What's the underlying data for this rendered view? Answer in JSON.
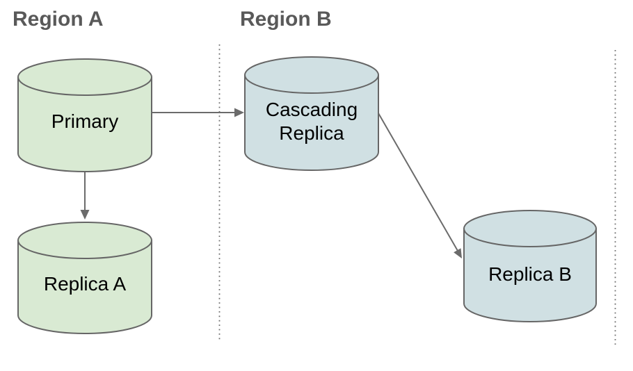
{
  "regions": [
    {
      "label": "Region A"
    },
    {
      "label": "Region B"
    }
  ],
  "nodes": [
    {
      "id": "primary",
      "label": "Primary",
      "region": "Region A",
      "shape": "database-cylinder",
      "fill": "#d9ead3"
    },
    {
      "id": "replica-a",
      "label": "Replica A",
      "region": "Region A",
      "shape": "database-cylinder",
      "fill": "#d9ead3"
    },
    {
      "id": "cascading-replica",
      "label": "Cascading Replica",
      "region": "Region B",
      "shape": "database-cylinder",
      "fill": "#d0e0e3"
    },
    {
      "id": "replica-b",
      "label": "Replica B",
      "region": "Region B",
      "shape": "database-cylinder",
      "fill": "#d0e0e3"
    }
  ],
  "edges": [
    {
      "from": "Primary",
      "to": "Cascading Replica",
      "style": "solid-arrow"
    },
    {
      "from": "Primary",
      "to": "Replica A",
      "style": "solid-arrow"
    },
    {
      "from": "Cascading Replica",
      "to": "Replica B",
      "style": "solid-arrow"
    }
  ],
  "colors": {
    "region_a_fill": "#d9ead3",
    "region_b_fill": "#d0e0e3",
    "outline": "#666666",
    "arrow": "#6b6b6b",
    "region_label": "#595959",
    "node_label": "#000000",
    "divider": "#6e6e6e",
    "background": "#ffffff"
  }
}
